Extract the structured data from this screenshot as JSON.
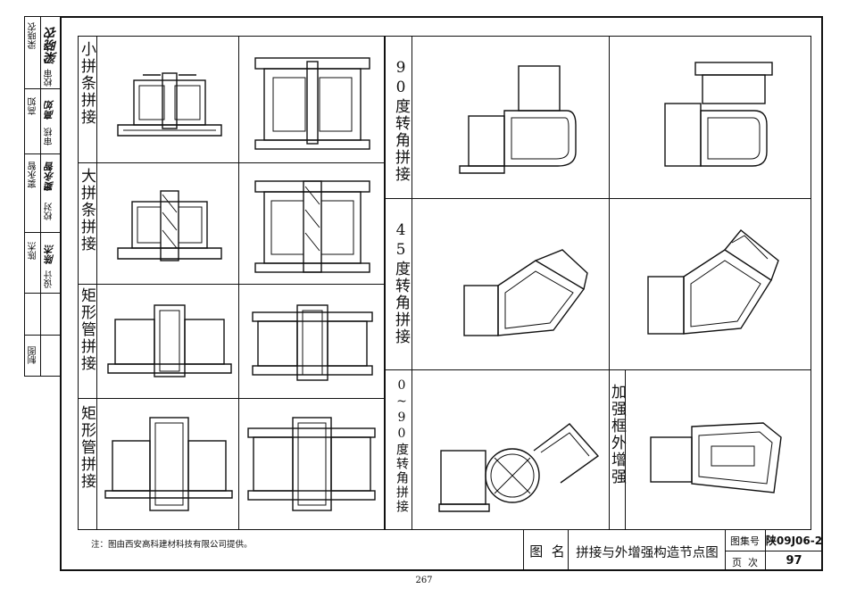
{
  "side_block": {
    "rows": [
      {
        "role": "校审",
        "name": "梁晓农",
        "sig": "梁晓农"
      },
      {
        "role": "审核",
        "name": "高如",
        "sig": "高如"
      },
      {
        "role": "校对",
        "name": "窦永智",
        "sig": "窦永智"
      },
      {
        "role": "设计",
        "name": "陈杰",
        "sig": "陈杰"
      },
      {
        "role": "制图",
        "name": "",
        "sig": ""
      }
    ]
  },
  "left_panel": {
    "rows": [
      {
        "label": "小拼条拼接"
      },
      {
        "label": "大拼条拼接"
      },
      {
        "label": "矩形管拼接"
      },
      {
        "label": "矩形管拼接"
      }
    ]
  },
  "right_panel": {
    "rows": [
      {
        "label": "90度转角拼接"
      },
      {
        "label": "45度转角拼接"
      },
      {
        "label": "0~90度转角拼接"
      }
    ],
    "extra_label": "加强框外增强"
  },
  "note": "注：图由西安高科建材科技有限公司提供。",
  "title_block": {
    "figure_name_label": "图  名",
    "figure_name": "拼接与外增强构造节点图",
    "atlas_no_label": "图集号",
    "atlas_no": "陕09J06-2",
    "page_label": "页  次",
    "page_no": "97"
  },
  "page_number": "267"
}
